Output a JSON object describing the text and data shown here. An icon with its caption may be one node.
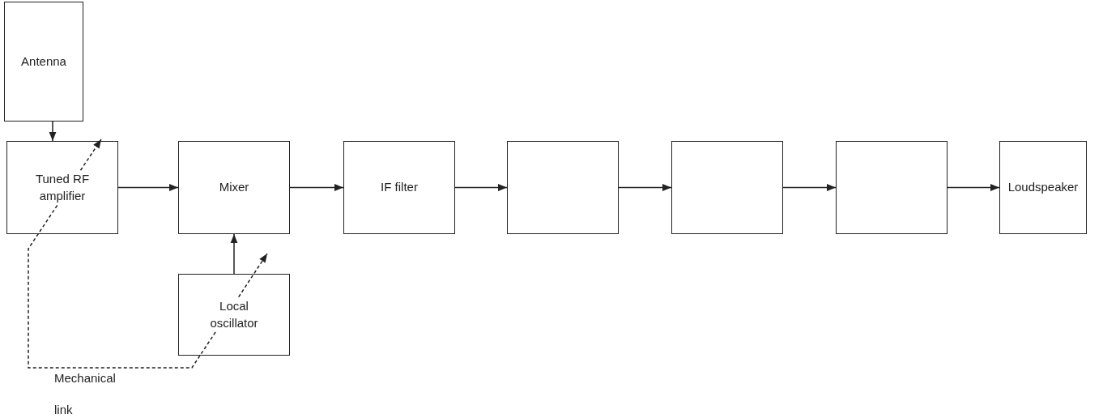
{
  "diagram": {
    "nodes": [
      {
        "text": [
          "Antenna"
        ]
      },
      {
        "text": [
          "Tuned RF amplifier"
        ]
      },
      {
        "text": [
          "Mixer"
        ]
      },
      {
        "text": [
          "IF filter"
        ]
      },
      {
        "text": [],
        "shape": "box"
      },
      {
        "text": [],
        "shape": "box"
      },
      {
        "text": [],
        "shape": "box"
      },
      {
        "text": [
          "Loudspeaker"
        ]
      },
      {
        "text": [
          "Local oscillator"
        ]
      }
    ],
    "edges": [
      {
        "from": 0,
        "to": 1,
        "arrow": "to"
      },
      {
        "from": 1,
        "to": 2,
        "arrow": "to"
      },
      {
        "from": 2,
        "to": 3,
        "arrow": "to"
      },
      {
        "from": 3,
        "to": 4,
        "arrow": "to"
      },
      {
        "from": 4,
        "to": 5,
        "arrow": "to"
      },
      {
        "from": 5,
        "to": 6,
        "arrow": "to"
      },
      {
        "from": 6,
        "to": 7,
        "arrow": "to"
      },
      {
        "from": 8,
        "to": 2,
        "arrow": "to"
      },
      {
        "from": 1,
        "to": 8,
        "arrow": "both",
        "style": "dashed",
        "label": "Mechanical link"
      }
    ]
  }
}
